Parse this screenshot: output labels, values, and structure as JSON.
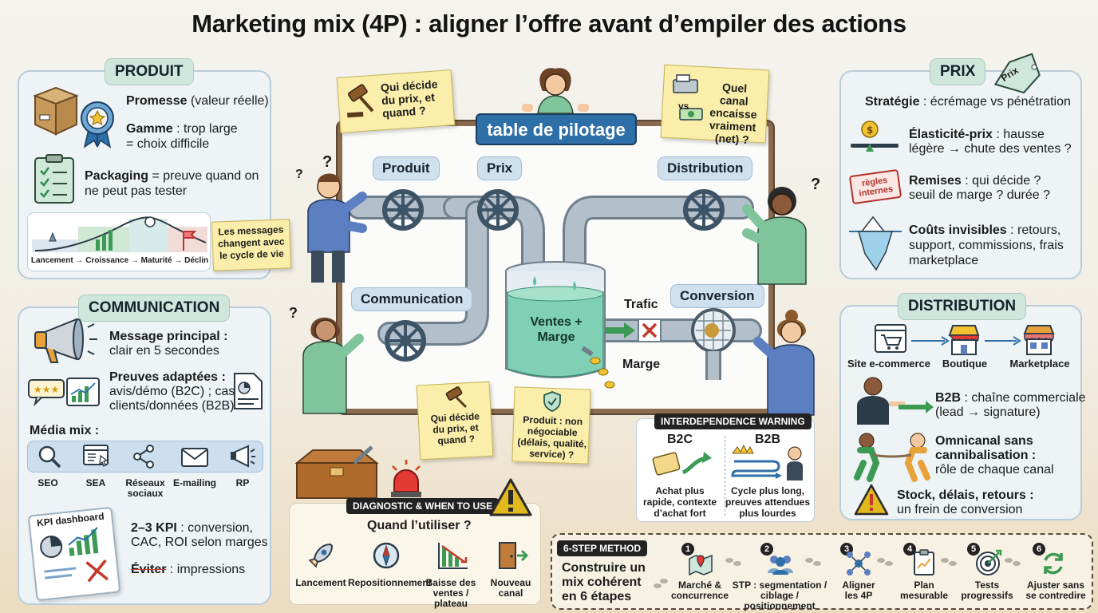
{
  "title": "Marketing mix (4P) : aligner l’offre avant d’empiler des actions",
  "produit": {
    "tag": "PRODUIT",
    "promesse_b": "Promesse",
    "promesse_r": " (valeur réelle)",
    "gamme_b": "Gamme",
    "gamme_r1": " : trop large",
    "gamme_r2": "= choix difficile",
    "packaging_b": "Packaging",
    "packaging_r1": " = preuve quand on",
    "packaging_r2": "ne peut pas tester",
    "lifecycle": "Lancement → Croissance → Maturité → Déclin",
    "note": "Les messages changent avec le cycle de vie"
  },
  "communication": {
    "tag": "COMMUNICATION",
    "message_b1": "Message principal :",
    "message_r": "clair en 5 secondes",
    "preuves_b": "Preuves adaptées :",
    "preuves_r1": "avis/démo (B2C) ; cas",
    "preuves_r2": "clients/données (B2B)",
    "media_title": "Média mix :",
    "media": [
      "SEO",
      "SEA",
      "Réseaux sociaux",
      "E-mailing",
      "RP"
    ],
    "kpi_label": "KPI dashboard",
    "kpi_b": "2–3 KPI",
    "kpi_r1": " : conversion,",
    "kpi_r2": "CAC, ROI selon marges",
    "eviter_b": "Éviter",
    "eviter_r": " : impressions"
  },
  "center": {
    "table": "table de pilotage",
    "pills": {
      "produit": "Produit",
      "prix": "Prix",
      "distribution": "Distribution",
      "communication": "Communication",
      "conversion": "Conversion"
    },
    "tank": "Ventes + Marge",
    "trafic": "Trafic",
    "marge": "Marge",
    "note_top_left": "Qui décide du prix, et quand ?",
    "note_top_right": "Quel canal encaisse vraiment (net) ?",
    "vs": "vs",
    "note_bottom_left": "Qui décide du prix, et quand ?",
    "note_bottom_mid": "Produit : non négociable (délais, qualité, service) ?"
  },
  "interdependence": {
    "bar": "INTERDEPENDENCE WARNING",
    "b2c": "B2C",
    "b2b": "B2B",
    "b2c_text": "Achat plus rapide, contexte d’achat fort",
    "b2b_text": "Cycle plus long, preuves attendues plus lourdes"
  },
  "diagnostic": {
    "bar": "DIAGNOSTIC & WHEN TO USE",
    "title": "Quand l’utiliser ?",
    "items": [
      "Lancement",
      "Repositionnement",
      "Baisse des ventes / plateau",
      "Nouveau canal"
    ]
  },
  "prix": {
    "tag": "PRIX",
    "price_tag": "Prix",
    "strategie_b": "Stratégie",
    "strategie_r": " : écrémage vs pénétration",
    "elast_b": "Élasticité-prix",
    "elast_r1": " : hausse",
    "elast_r2": "légère → chute des ventes ?",
    "stamp": "règles internes",
    "remises_b": "Remises",
    "remises_r1": " : qui décide ?",
    "remises_r2": "seuil de marge ? durée ?",
    "couts_b": "Coûts invisibles",
    "couts_r1": " : retours,",
    "couts_r2": "support, commissions, frais",
    "couts_r3": "marketplace"
  },
  "distribution": {
    "tag": "DISTRIBUTION",
    "channels": [
      "Site e-commerce",
      "Boutique",
      "Marketplace"
    ],
    "b2b_b": "B2B",
    "b2b_r1": " : chaîne commerciale",
    "b2b_r2": "(lead → signature)",
    "omni_b1": "Omnicanal sans",
    "omni_b2": "cannibalisation :",
    "omni_r": "rôle de chaque canal",
    "stock_b": "Stock, délais, retours :",
    "stock_r": "un frein de conversion"
  },
  "method": {
    "bar": "6-STEP METHOD",
    "title": "Construire un mix cohérent en 6 étapes",
    "steps": [
      {
        "n": "1",
        "label": "Marché & concurrence"
      },
      {
        "n": "2",
        "label": "STP : segmentation / ciblage / positionnement"
      },
      {
        "n": "3",
        "label": "Aligner les 4P"
      },
      {
        "n": "4",
        "label": "Plan mesurable"
      },
      {
        "n": "5",
        "label": "Tests progressifs"
      },
      {
        "n": "6",
        "label": "Ajuster sans se contredire"
      }
    ]
  },
  "colors": {
    "card_bg": "#eef3f6",
    "tag_bg": "#cfe6dc",
    "pill_bg": "#cfe0ef",
    "note_bg": "#faeeaa",
    "board_frame": "#8a6b4d",
    "pipe": "#b3c0cb",
    "liquid": "#7fd0b4",
    "warn": "#e1b81e"
  }
}
